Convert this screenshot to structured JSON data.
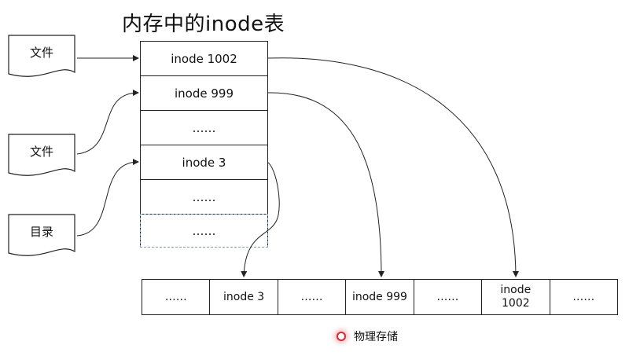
{
  "title": "内存中的inode表",
  "sources": [
    {
      "label": "文件"
    },
    {
      "label": "文件"
    },
    {
      "label": "目录"
    }
  ],
  "inode_table": [
    "inode 1002",
    "inode 999",
    "……",
    "inode 3",
    "……",
    "……"
  ],
  "storage_blocks": [
    "……",
    "inode 3",
    "……",
    "inode 999",
    "……",
    "inode\n1002",
    "……"
  ],
  "legend": {
    "label": "物理存储"
  }
}
